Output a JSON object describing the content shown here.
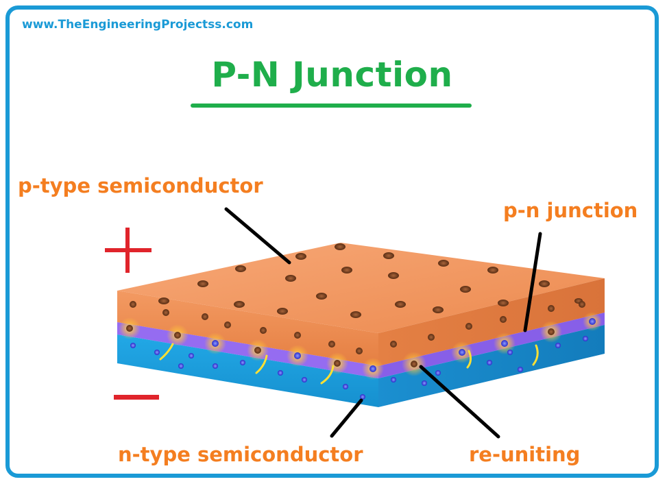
{
  "header": {
    "site_url": "www.TheEngineeringProjectss.com",
    "title": "P-N Junction"
  },
  "labels": {
    "p_type": "p-type semiconductor",
    "n_type": "n-type semiconductor",
    "pn_junction": "p-n junction",
    "reuniting": "re-uniting"
  },
  "symbols": {
    "plus": "+",
    "minus": "−"
  },
  "colors": {
    "border": "#1a9ad6",
    "title": "#1fae4b",
    "label": "#f47e20",
    "sign": "#e0242b",
    "p_region": "#f0915a",
    "n_region": "#1aa0dc",
    "depletion": "#8a5cf0"
  }
}
